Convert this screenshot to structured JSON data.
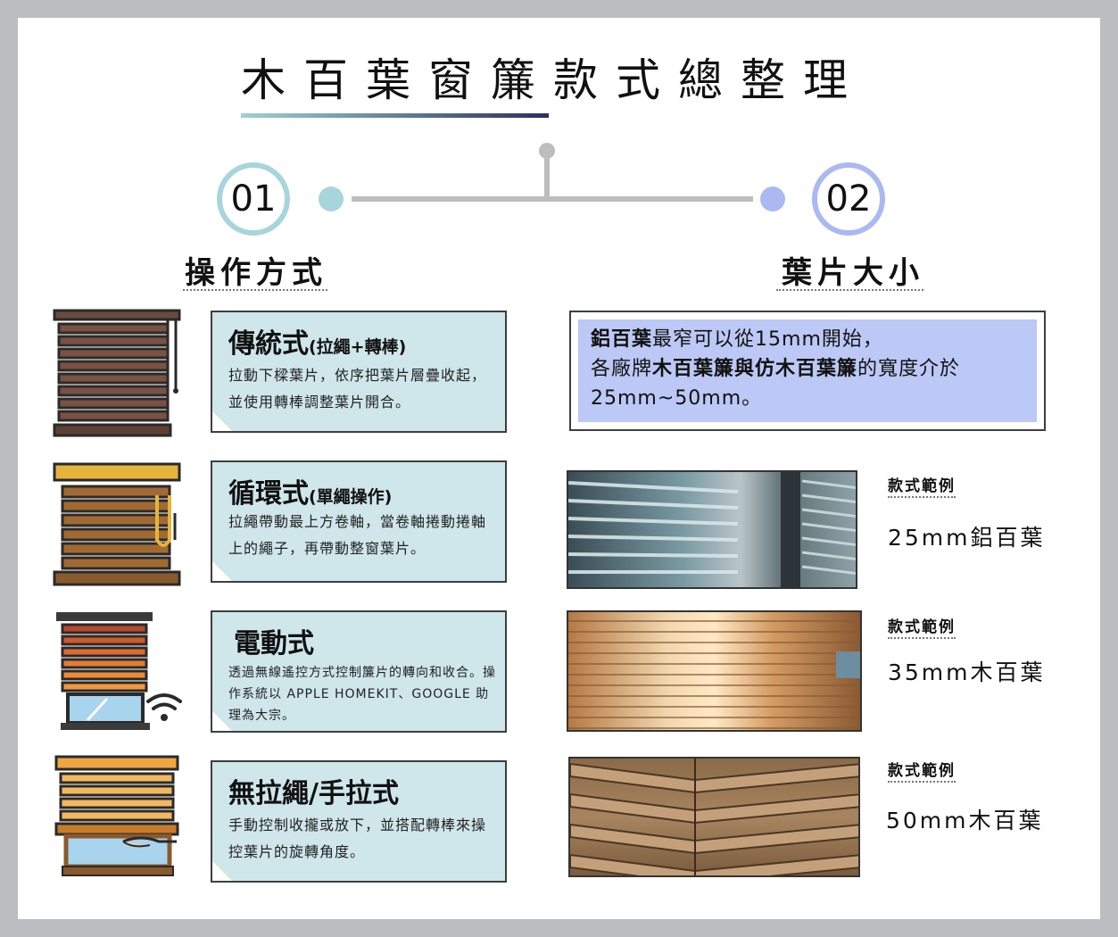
{
  "title": "木百葉窗簾款式總整理",
  "sections": {
    "left": {
      "number": "01",
      "heading": "操作方式"
    },
    "right": {
      "number": "02",
      "heading": "葉片大小"
    }
  },
  "operations": [
    {
      "title": "傳統式",
      "subtitle": "(拉繩+轉棒)",
      "desc": "拉動下樑葉片，依序把葉片層疊收起，並使用轉棒調整葉片開合。"
    },
    {
      "title": "循環式",
      "subtitle": "(單繩操作)",
      "desc": "拉繩帶動最上方卷軸，當卷軸捲動捲軸上的繩子，再帶動整窗葉片。"
    },
    {
      "title": "電動式",
      "subtitle": "",
      "desc": "透過無線遙控方式控制簾片的轉向和收合。操作系統以 APPLE HOMEKIT、GOOGLE 助理為大宗。"
    },
    {
      "title": "無拉繩/手拉式",
      "subtitle": "",
      "desc": "手動控制收攏或放下，並搭配轉棒來操控葉片的旋轉角度。"
    }
  ],
  "info_box": {
    "part1_bold": "鋁百葉",
    "part1": "最窄可以從15mm開始，",
    "part2": "各廠牌",
    "part3_bold": "木百葉簾與仿木百葉簾",
    "part4": "的寬度介於",
    "part5": "25mm~50mm。"
  },
  "examples": [
    {
      "label": "款式範例",
      "size": "25mm鋁百葉"
    },
    {
      "label": "款式範例",
      "size": "35mm木百葉"
    },
    {
      "label": "款式範例",
      "size": "50mm木百葉"
    }
  ],
  "colors": {
    "teal": "#9fd1d5",
    "periwinkle": "#aab9f2",
    "card_bg": "#cfe6ea",
    "info_bg": "#bcc8f5",
    "navy": "#2d2e5e"
  }
}
